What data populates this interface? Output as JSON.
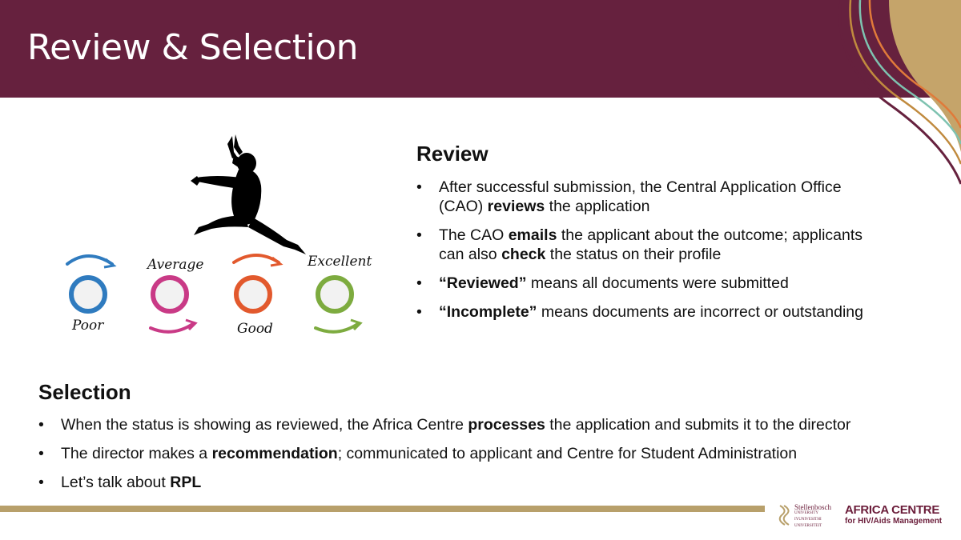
{
  "slide": {
    "title": "Review & Selection"
  },
  "review": {
    "heading": "Review",
    "items": [
      [
        "After successful submission, the Central Application Office (CAO) ",
        {
          "b": "reviews"
        },
        " the application"
      ],
      [
        "The CAO ",
        {
          "b": "emails"
        },
        " the applicant about the outcome; applicants can also ",
        {
          "b": "check"
        },
        " the status on their profile"
      ],
      [
        {
          "b": "“Reviewed”"
        },
        " means all documents were submitted"
      ],
      [
        {
          "b": "“Incomplete”"
        },
        " means documents are incorrect or outstanding"
      ]
    ]
  },
  "selection": {
    "heading": "Selection",
    "items": [
      [
        "When the status is showing as reviewed, the Africa Centre ",
        {
          "b": "processes"
        },
        " the application and submits it to the director"
      ],
      [
        "The director makes a ",
        {
          "b": "recommendation"
        },
        "; communicated to applicant and Centre for Student Administration"
      ],
      [
        "Let’s talk about ",
        {
          "b": "RPL"
        }
      ]
    ]
  },
  "rating_scale": {
    "labels": [
      "Poor",
      "Average",
      "Good",
      "Excellent"
    ],
    "colors": [
      "#2f7bbf",
      "#c93a86",
      "#e2592d",
      "#7dab3f"
    ]
  },
  "logos": {
    "su_lines": [
      "Stellenbosch",
      "UNIVERSITY",
      "IYUNIVESITHI",
      "UNIVERSITEIT"
    ],
    "ac_name": "AFRICA CENTRE",
    "ac_sub": "for HIV/Aids Management"
  },
  "colors": {
    "header": "#66213e",
    "accent_gold": "#b8a06b",
    "brand_maroon": "#6b1d3a"
  }
}
